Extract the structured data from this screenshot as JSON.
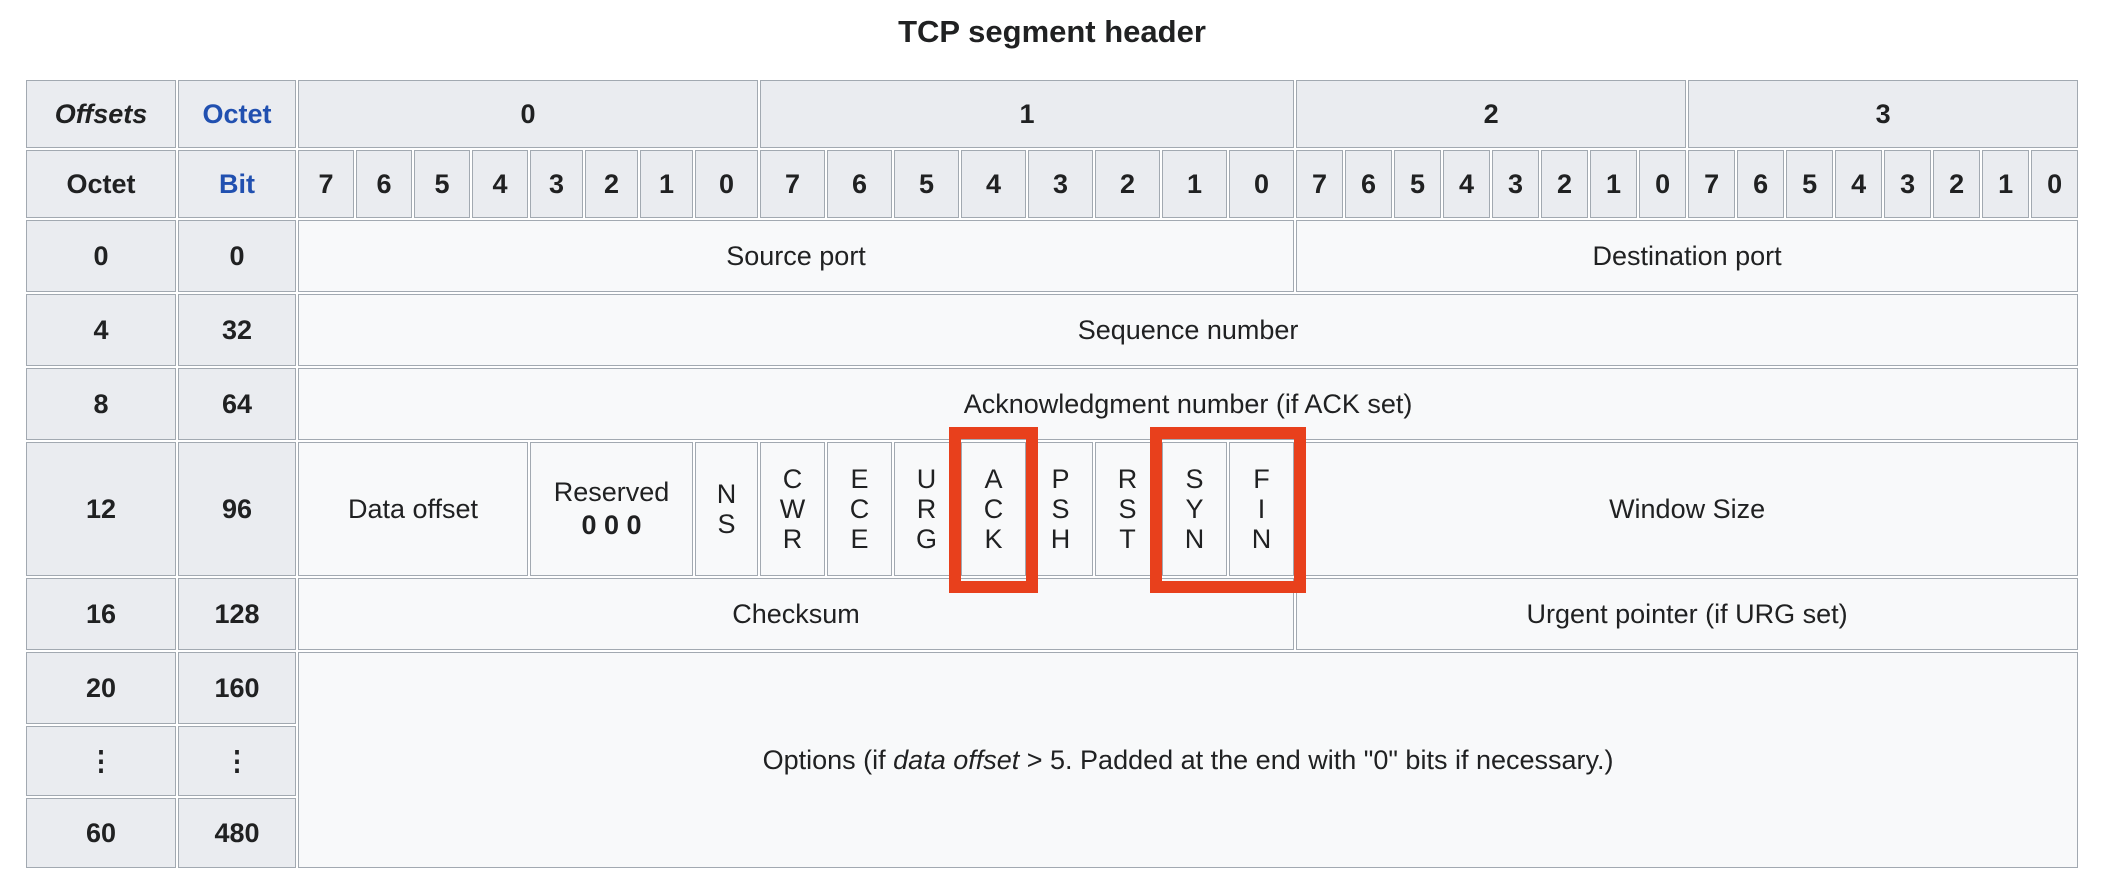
{
  "title": "TCP segment header",
  "colors": {
    "header_bg": "#eaecf0",
    "body_bg": "#f8f9fa",
    "border": "#a2a9b1",
    "text": "#202122",
    "label_blue": "#2150b0",
    "options_pink": "#f7caca",
    "highlight_red": "#e8401c"
  },
  "axis": {
    "offsets_label": "Offsets",
    "octet_label": "Octet",
    "octet_row_label": "Octet",
    "bit_label": "Bit",
    "octet_groups": [
      "0",
      "1",
      "2",
      "3"
    ],
    "bit_numbers": [
      "7",
      "6",
      "5",
      "4",
      "3",
      "2",
      "1",
      "0"
    ],
    "byte_offsets": [
      "0",
      "4",
      "8",
      "12",
      "16",
      "20",
      "⋮",
      "60"
    ],
    "bit_offsets": [
      "0",
      "32",
      "64",
      "96",
      "128",
      "160",
      "⋮",
      "480"
    ]
  },
  "fields": {
    "source_port": "Source port",
    "destination_port": "Destination port",
    "sequence_number": "Sequence number",
    "acknowledgment_number": "Acknowledgment number (if ACK set)",
    "data_offset": "Data offset",
    "reserved_label": "Reserved",
    "reserved_bits": "0 0 0",
    "window_size": "Window Size",
    "checksum": "Checksum",
    "urgent_pointer": "Urgent pointer (if URG set)",
    "options_prefix": "Options (if ",
    "options_italic": "data offset",
    "options_suffix": " > 5. Padded at the end with \"0\" bits if necessary.)"
  },
  "flags": {
    "ns": "N\nS",
    "cwr": "C\nW\nR",
    "ece": "E\nC\nE",
    "urg": "U\nR\nG",
    "ack": "A\nC\nK",
    "psh": "P\nS\nH",
    "rst": "R\nS\nT",
    "syn": "S\nY\nN",
    "fin": "F\nI\nN"
  },
  "annotations": {
    "highlighted_flags": [
      "ACK",
      "SYN",
      "FIN"
    ]
  }
}
